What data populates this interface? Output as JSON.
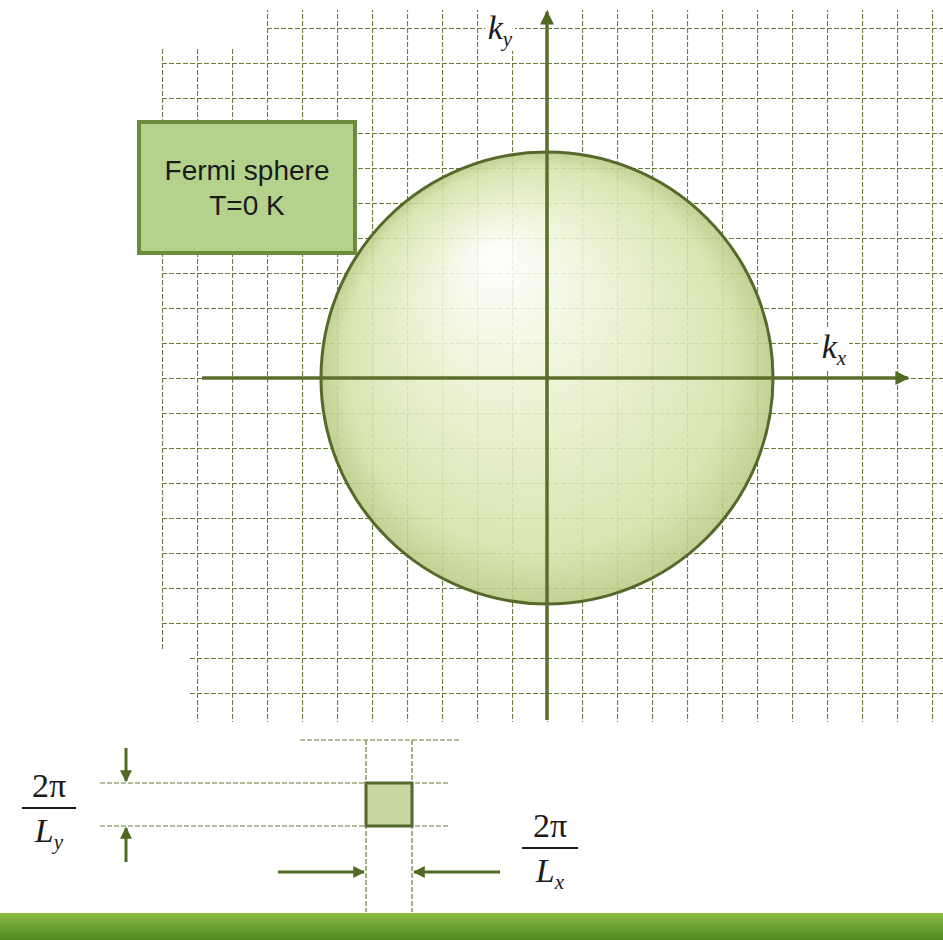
{
  "diagram": {
    "nodes": [
      {
        "text": [
          "Fermi sphere",
          "T=0 K"
        ]
      }
    ],
    "labels": [
      "ky",
      "kx",
      "2π",
      "Ly",
      "2π",
      "Lx"
    ]
  }
}
